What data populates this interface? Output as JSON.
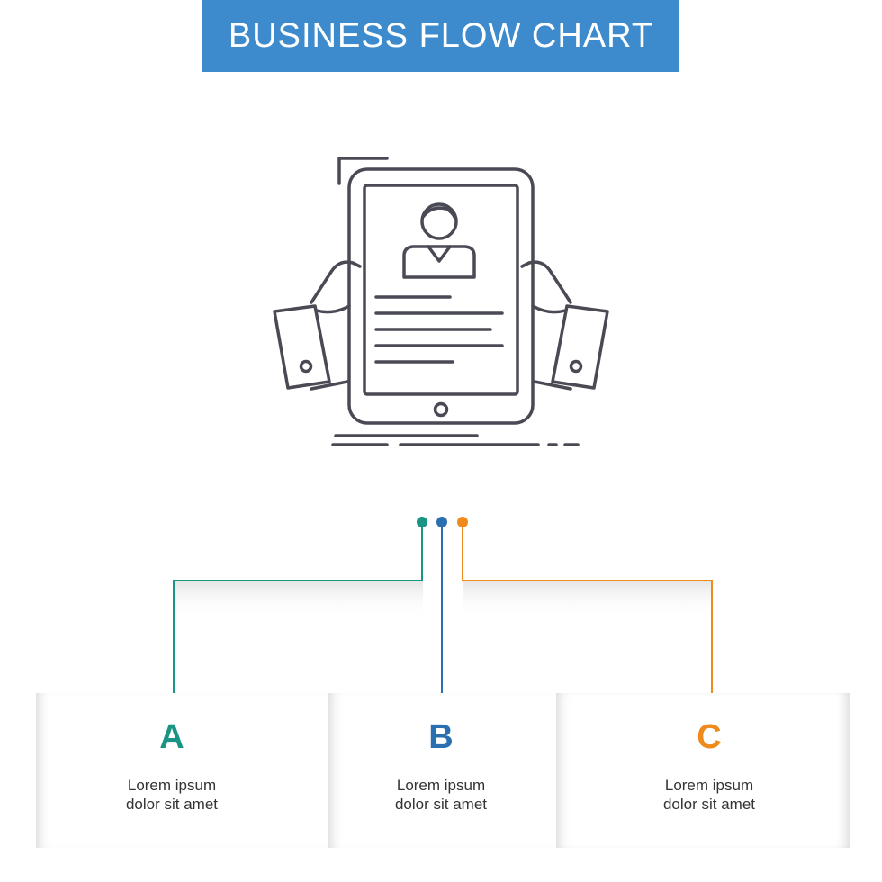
{
  "header": {
    "title": "BUSINESS FLOW CHART"
  },
  "colors": {
    "banner": "#3d8bcd",
    "a": "#1a9584",
    "b": "#2a6fb0",
    "c": "#ef8a1c",
    "icon_stroke": "#4a4a55"
  },
  "illustration": {
    "icon": "resume-tablet-hands-icon"
  },
  "steps": [
    {
      "letter": "A",
      "line1": "Lorem ipsum",
      "line2": "dolor sit amet"
    },
    {
      "letter": "B",
      "line1": "Lorem ipsum",
      "line2": "dolor sit amet"
    },
    {
      "letter": "C",
      "line1": "Lorem ipsum",
      "line2": "dolor sit amet"
    }
  ]
}
